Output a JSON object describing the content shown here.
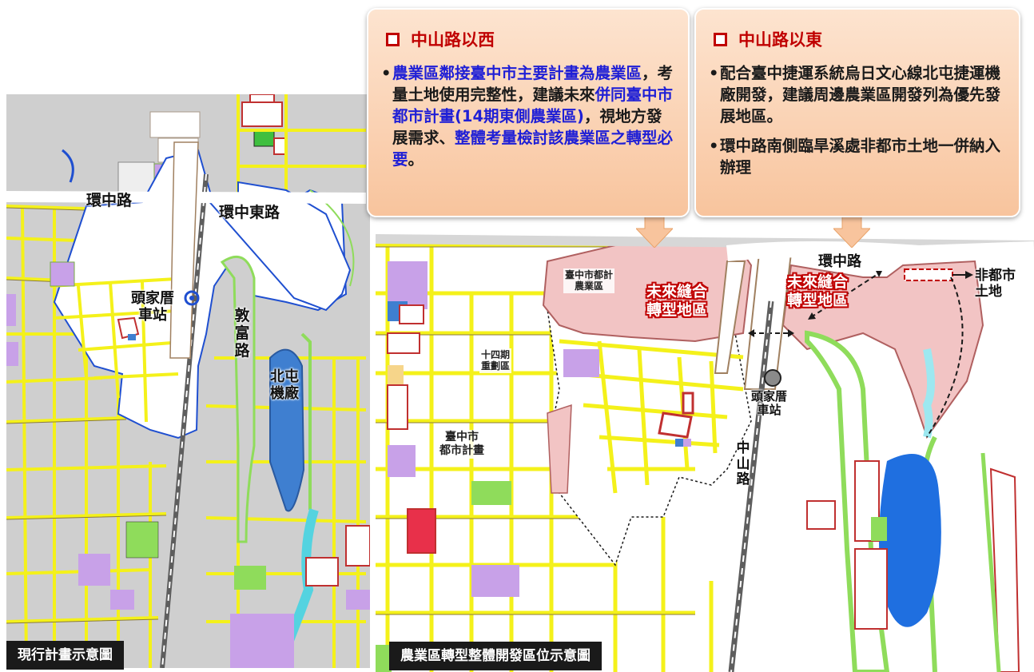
{
  "west_panel": {
    "heading": "中山路以西",
    "bullet_parts": [
      {
        "text": "農業區鄰接臺中市主要計畫為農業區",
        "highlight": true
      },
      {
        "text": "，考量土地使用完整性，建議未來",
        "highlight": false
      },
      {
        "text": "併同臺中市都市計畫(14期東側農業區)",
        "highlight": true
      },
      {
        "text": "，視地方發展需求、",
        "highlight": false
      },
      {
        "text": "整體考量檢討該農業區之轉型必要",
        "highlight": true
      },
      {
        "text": "。",
        "highlight": false
      }
    ]
  },
  "east_panel": {
    "heading": "中山路以東",
    "bullets": [
      "配合臺中捷運系統烏日文心線北屯捷運機廠開發，建議周邊農業區開發列為優先發展地區。",
      "環中路南側臨旱溪處非都市土地一併納入辦理"
    ]
  },
  "left_map": {
    "caption": "現行計畫示意圖",
    "labels": {
      "huanzhong_rd": "環中路",
      "huanzhong_east_rd": "環中東路",
      "toujiacuo_station": "頭家厝\n車站",
      "dunfu_rd": "敦富路",
      "beitun_depot": "北屯\n機廠"
    }
  },
  "right_map": {
    "caption": "農業區轉型整體開發區位示意圖",
    "labels": {
      "huanzhong_rd": "環中路",
      "non_urban_land": "非都市\n土地",
      "taichung_urban_agri": "臺中市都計\n農業區",
      "future_transform_west": "未來縫合\n轉型地區",
      "future_transform_east": "未來縫合\n轉型地區",
      "phase14": "十四期\n重劃區",
      "taichung_urban_plan": "臺中市\n都市計畫",
      "toujiacuo_station": "頭家厝\n車站",
      "zhongshan_rd": "中山路"
    }
  },
  "colors": {
    "accent_red": "#c00000",
    "highlight_blue": "#1f1fd6",
    "panel_fill": "#f8c49d",
    "transform_pink": "#f2c4c4",
    "river_blue": "#3f7fd0",
    "yellow_road": "#f4f11a",
    "green_parcel": "#8fdc5b",
    "purple_parcel": "#c8a1e8"
  }
}
